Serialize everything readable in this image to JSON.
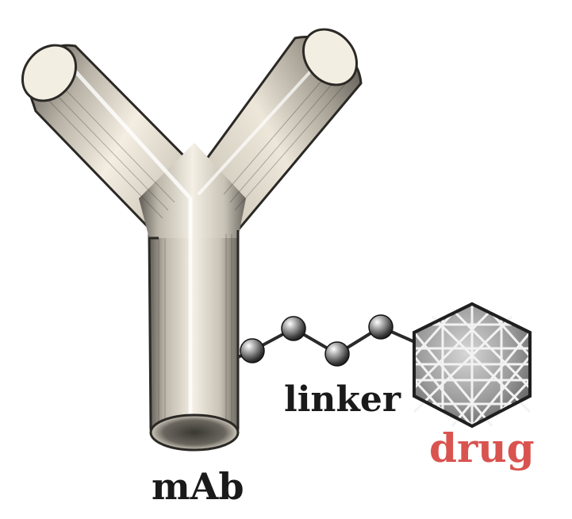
{
  "labels": {
    "linker": "linker",
    "drug": "drug",
    "antibody": "mAb"
  },
  "colors": {
    "background": "#ffffff",
    "label_dark": "#1a1a1a",
    "drug_label": "#d9534f",
    "antibody_body": "#e9e4d8",
    "antibody_shade": "#6e6a63",
    "bead": "#8a8a8a",
    "drug_mesh": "#9a9a9a"
  },
  "structure": {
    "linker_beads": 4,
    "drug_shape": "faceted icosahedral mesh",
    "antibody_shape": "Y-shaped tube"
  }
}
